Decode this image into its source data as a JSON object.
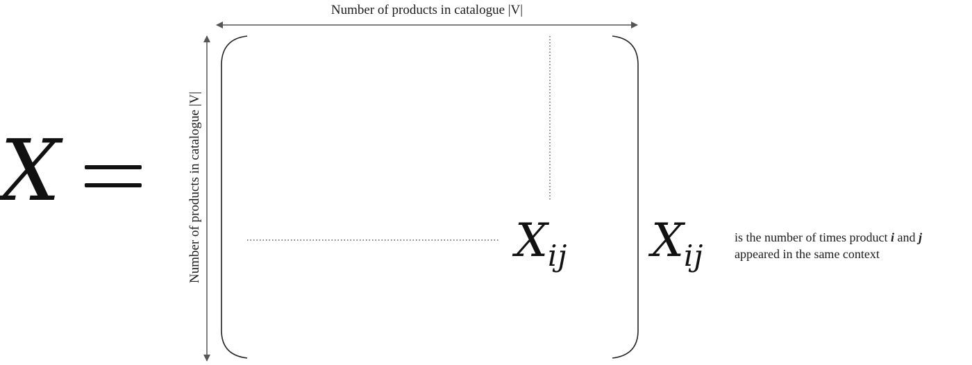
{
  "lhs": {
    "symbol": "X",
    "equals": "="
  },
  "axes": {
    "top_label": "Number of products in catalogue |V|",
    "side_label": "Number of products in catalogue |V|"
  },
  "matrix": {
    "element": {
      "symbol": "X",
      "subscript": "ij"
    }
  },
  "legend": {
    "symbol": "X",
    "subscript": "ij",
    "line1_prefix": "is the number of times product ",
    "var_i": "i",
    "and_word": " and ",
    "var_j": "j",
    "line2": "appeared in the same context"
  },
  "colors": {
    "ink": "#111111",
    "arrow": "#555555",
    "dots": "#555555"
  }
}
